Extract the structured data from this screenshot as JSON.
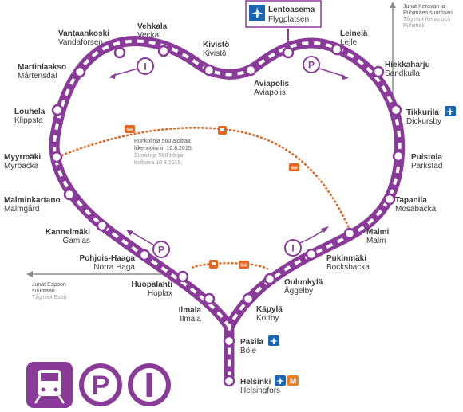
{
  "colors": {
    "ring_line": "#8a3b9a",
    "bus_line": "#e8641e",
    "airport_box": "#1a66b3",
    "metro": "#f47b20",
    "grey_arrow": "#8c8c8c"
  },
  "stations": {
    "lentoasema": {
      "fi": "Lentoasema",
      "sv": "Flygplatsen"
    },
    "leinela": {
      "fi": "Leinelä",
      "sv": "Lejle"
    },
    "hiekkaharju": {
      "fi": "Hiekkaharju",
      "sv": "Sandkulla"
    },
    "tikkurila": {
      "fi": "Tikkurila",
      "sv": "Dickursby"
    },
    "puistola": {
      "fi": "Puistola",
      "sv": "Parkstad"
    },
    "tapanila": {
      "fi": "Tapanila",
      "sv": "Mosabacka"
    },
    "malmi": {
      "fi": "Malmi",
      "sv": "Malm"
    },
    "pukinmaki": {
      "fi": "Pukinmäki",
      "sv": "Bocksbacka"
    },
    "oulunkyla": {
      "fi": "Oulunkylä",
      "sv": "Åggelby"
    },
    "kapyla": {
      "fi": "Käpylä",
      "sv": "Kottby"
    },
    "pasila": {
      "fi": "Pasila",
      "sv": "Böle"
    },
    "helsinki": {
      "fi": "Helsinki",
      "sv": "Helsingfors"
    },
    "ilmala": {
      "fi": "Ilmala",
      "sv": "Ilmala"
    },
    "huopalahti": {
      "fi": "Huopalahti",
      "sv": "Hoplax"
    },
    "pohjoishaaga": {
      "fi": "Pohjois-Haaga",
      "sv": "Norra Haga"
    },
    "kannelmaki": {
      "fi": "Kannelmäki",
      "sv": "Gamlas"
    },
    "malminkartano": {
      "fi": "Malminkartano",
      "sv": "Malmgård"
    },
    "myyrmaki": {
      "fi": "Myyrmäki",
      "sv": "Myrbacka"
    },
    "louhela": {
      "fi": "Louhela",
      "sv": "Klippsta"
    },
    "martinlaakso": {
      "fi": "Martinlaakso",
      "sv": "Mårtensdal"
    },
    "vantaankoski": {
      "fi": "Vantaankoski",
      "sv": "Vandaforsen"
    },
    "vehkala": {
      "fi": "Vehkala",
      "sv": "Veckal"
    },
    "kivisto": {
      "fi": "Kivistö",
      "sv": "Kivistö"
    },
    "aviapolis": {
      "fi": "Aviapolis",
      "sv": "Aviapolis"
    }
  },
  "notes": {
    "kerava_fi_1": "Junat Keravan ja",
    "kerava_fi_2": "Riihimäen suuntaan",
    "kerava_sv": "Tåg mot Kervo och",
    "kerava_sv_2": "Riihimäki",
    "espoo_fi_1": "Junat Espoon",
    "espoo_fi_2": "suuntaan",
    "espoo_sv": "Tåg mot Esbo"
  },
  "bus": {
    "number": "560",
    "fi_1": "Runkolinja 560 aloittaa",
    "fi_2": "liikennöinnin 10.8.2015.",
    "sv_1": "Stomlinje 560 börjar",
    "sv_2": "trafikera 10.8.2015."
  },
  "line_letters": {
    "i": "I",
    "p": "P"
  },
  "icons": {
    "airport": "airplane-icon",
    "metro": "M",
    "train": "train-icon"
  }
}
